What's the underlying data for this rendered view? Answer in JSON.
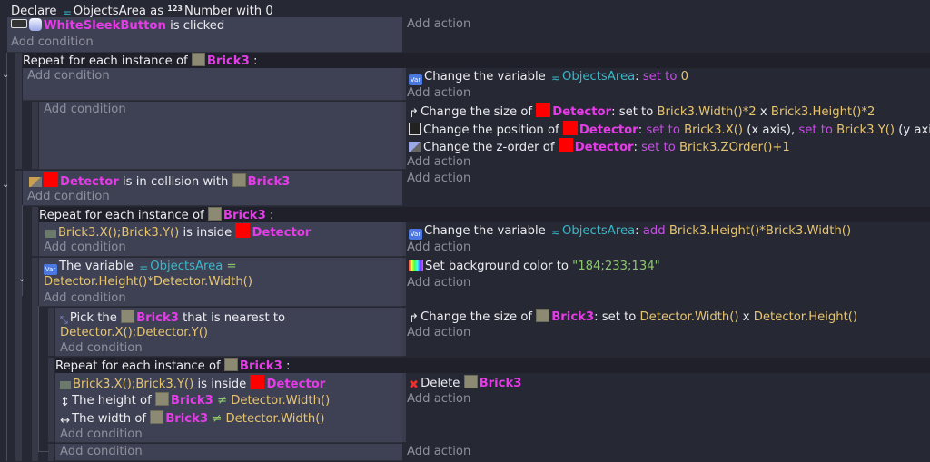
{
  "colors": {
    "background": "#262833",
    "panel": "#3e4154",
    "object": "#e53ce8",
    "expression": "#e6c470",
    "operator": "#c84ee6",
    "variable": "#38b8c8",
    "string": "#8cc86e",
    "placeholder": "#8d909c"
  },
  "declare": [
    {
      "t": "Declare ",
      "k": "w"
    },
    {
      "i": "varname"
    },
    {
      "t": "ObjectsArea as ",
      "k": "w"
    },
    {
      "i": "number"
    },
    {
      "t": "Number with 0",
      "k": "w"
    }
  ],
  "labels": {
    "add_condition": "Add condition",
    "add_action": "Add action"
  },
  "e1_cond": [
    {
      "i": "mouse"
    },
    {
      "i": "sleek"
    },
    {
      "t": "WhiteSleekButton",
      "k": "m"
    },
    {
      "t": " is clicked",
      "k": "w"
    }
  ],
  "e2_header": [
    {
      "t": "Repeat for each instance of ",
      "k": "w"
    },
    {
      "i": "brick"
    },
    {
      "t": "Brick3",
      "k": "m"
    },
    {
      "t": " :",
      "k": "w"
    }
  ],
  "e2_act": [
    {
      "i": "var"
    },
    {
      "t": "Change the variable ",
      "k": "w"
    },
    {
      "i": "varname"
    },
    {
      "t": "ObjectsArea",
      "k": "c"
    },
    {
      "t": ": ",
      "k": "w"
    },
    {
      "t": "set to ",
      "k": "p"
    },
    {
      "t": "0",
      "k": "y"
    }
  ],
  "e2a_act1": [
    {
      "i": "resize"
    },
    {
      "t": "Change the size of ",
      "k": "w"
    },
    {
      "i": "detector"
    },
    {
      "t": "Detector",
      "k": "m"
    },
    {
      "t": ": set to ",
      "k": "w"
    },
    {
      "t": "Brick3.Width()*2",
      "k": "y"
    },
    {
      "t": " x ",
      "k": "w"
    },
    {
      "t": "Brick3.Height()*2",
      "k": "y"
    }
  ],
  "e2a_act2": [
    {
      "i": "position"
    },
    {
      "t": "Change the position of ",
      "k": "w"
    },
    {
      "i": "detector"
    },
    {
      "t": "Detector",
      "k": "m"
    },
    {
      "t": ": ",
      "k": "w"
    },
    {
      "t": "set to ",
      "k": "p"
    },
    {
      "t": "Brick3.X()",
      "k": "y"
    },
    {
      "t": " (x axis), ",
      "k": "w"
    },
    {
      "t": "set to ",
      "k": "p"
    },
    {
      "t": "Brick3.Y()",
      "k": "y"
    },
    {
      "t": " (y axis)",
      "k": "w"
    }
  ],
  "e2a_act3": [
    {
      "i": "zorder"
    },
    {
      "t": "Change the z-order of ",
      "k": "w"
    },
    {
      "i": "detector"
    },
    {
      "t": "Detector",
      "k": "m"
    },
    {
      "t": ": ",
      "k": "w"
    },
    {
      "t": "set to ",
      "k": "p"
    },
    {
      "t": "Brick3.ZOrder()+1",
      "k": "y"
    }
  ],
  "e3_cond": [
    {
      "i": "collision"
    },
    {
      "i": "detector"
    },
    {
      "t": "Detector",
      "k": "m"
    },
    {
      "t": " is in collision with ",
      "k": "w"
    },
    {
      "i": "brick"
    },
    {
      "t": "Brick3",
      "k": "m"
    }
  ],
  "e3a_header": [
    {
      "t": "Repeat for each instance of ",
      "k": "w"
    },
    {
      "i": "brick"
    },
    {
      "t": "Brick3",
      "k": "m"
    },
    {
      "t": " :",
      "k": "w"
    }
  ],
  "e3a_cond": [
    {
      "i": "inside"
    },
    {
      "t": "Brick3.X();Brick3.Y()",
      "k": "y"
    },
    {
      "t": " is inside ",
      "k": "w"
    },
    {
      "i": "detector"
    },
    {
      "t": "Detector",
      "k": "m"
    }
  ],
  "e3a_act": [
    {
      "i": "var"
    },
    {
      "t": "Change the variable ",
      "k": "w"
    },
    {
      "i": "varname"
    },
    {
      "t": "ObjectsArea",
      "k": "c"
    },
    {
      "t": ": ",
      "k": "w"
    },
    {
      "t": "add ",
      "k": "p"
    },
    {
      "t": "Brick3.Height()*Brick3.Width()",
      "k": "y"
    }
  ],
  "e3b_cond1": [
    {
      "i": "var"
    },
    {
      "t": "The variable ",
      "k": "w"
    },
    {
      "i": "varname"
    },
    {
      "t": "ObjectsArea",
      "k": "c"
    },
    {
      "t": " =",
      "k": "g"
    }
  ],
  "e3b_cond2": [
    {
      "t": "Detector.Height()*Detector.Width()",
      "k": "y"
    }
  ],
  "e3b_act": [
    {
      "i": "bgcolor"
    },
    {
      "t": "Set background color to ",
      "k": "w"
    },
    {
      "t": "\"184;233;134\"",
      "k": "g"
    }
  ],
  "e3b1_cond1": [
    {
      "i": "nearest"
    },
    {
      "t": "Pick the ",
      "k": "w"
    },
    {
      "i": "brick"
    },
    {
      "t": "Brick3",
      "k": "m"
    },
    {
      "t": " that is nearest to",
      "k": "w"
    }
  ],
  "e3b1_cond2": [
    {
      "t": "Detector.X();Detector.Y()",
      "k": "y"
    }
  ],
  "e3b1_act": [
    {
      "i": "resize"
    },
    {
      "t": "Change the size of ",
      "k": "w"
    },
    {
      "i": "brick"
    },
    {
      "t": "Brick3",
      "k": "m"
    },
    {
      "t": ": set to ",
      "k": "w"
    },
    {
      "t": "Detector.Width()",
      "k": "y"
    },
    {
      "t": " x ",
      "k": "w"
    },
    {
      "t": "Detector.Height()",
      "k": "y"
    }
  ],
  "e3b2_header": [
    {
      "t": "Repeat for each instance of ",
      "k": "w"
    },
    {
      "i": "brick"
    },
    {
      "t": "Brick3",
      "k": "m"
    },
    {
      "t": " :",
      "k": "w"
    }
  ],
  "e3b2_cond1": [
    {
      "i": "inside"
    },
    {
      "t": "Brick3.X();Brick3.Y()",
      "k": "y"
    },
    {
      "t": " is inside ",
      "k": "w"
    },
    {
      "i": "detector"
    },
    {
      "t": "Detector",
      "k": "m"
    }
  ],
  "e3b2_cond2": [
    {
      "i": "height"
    },
    {
      "t": "The height of ",
      "k": "w"
    },
    {
      "i": "brick"
    },
    {
      "t": "Brick3",
      "k": "m"
    },
    {
      "t": " ≠ ",
      "k": "g"
    },
    {
      "t": "Detector.Width()",
      "k": "y"
    }
  ],
  "e3b2_cond3": [
    {
      "i": "width"
    },
    {
      "t": "The width of ",
      "k": "w"
    },
    {
      "i": "brick"
    },
    {
      "t": "Brick3",
      "k": "m"
    },
    {
      "t": " ≠ ",
      "k": "g"
    },
    {
      "t": "Detector.Width()",
      "k": "y"
    }
  ],
  "e3b2_act": [
    {
      "i": "delete"
    },
    {
      "t": "Delete ",
      "k": "w"
    },
    {
      "i": "brick"
    },
    {
      "t": "Brick3",
      "k": "m"
    }
  ]
}
